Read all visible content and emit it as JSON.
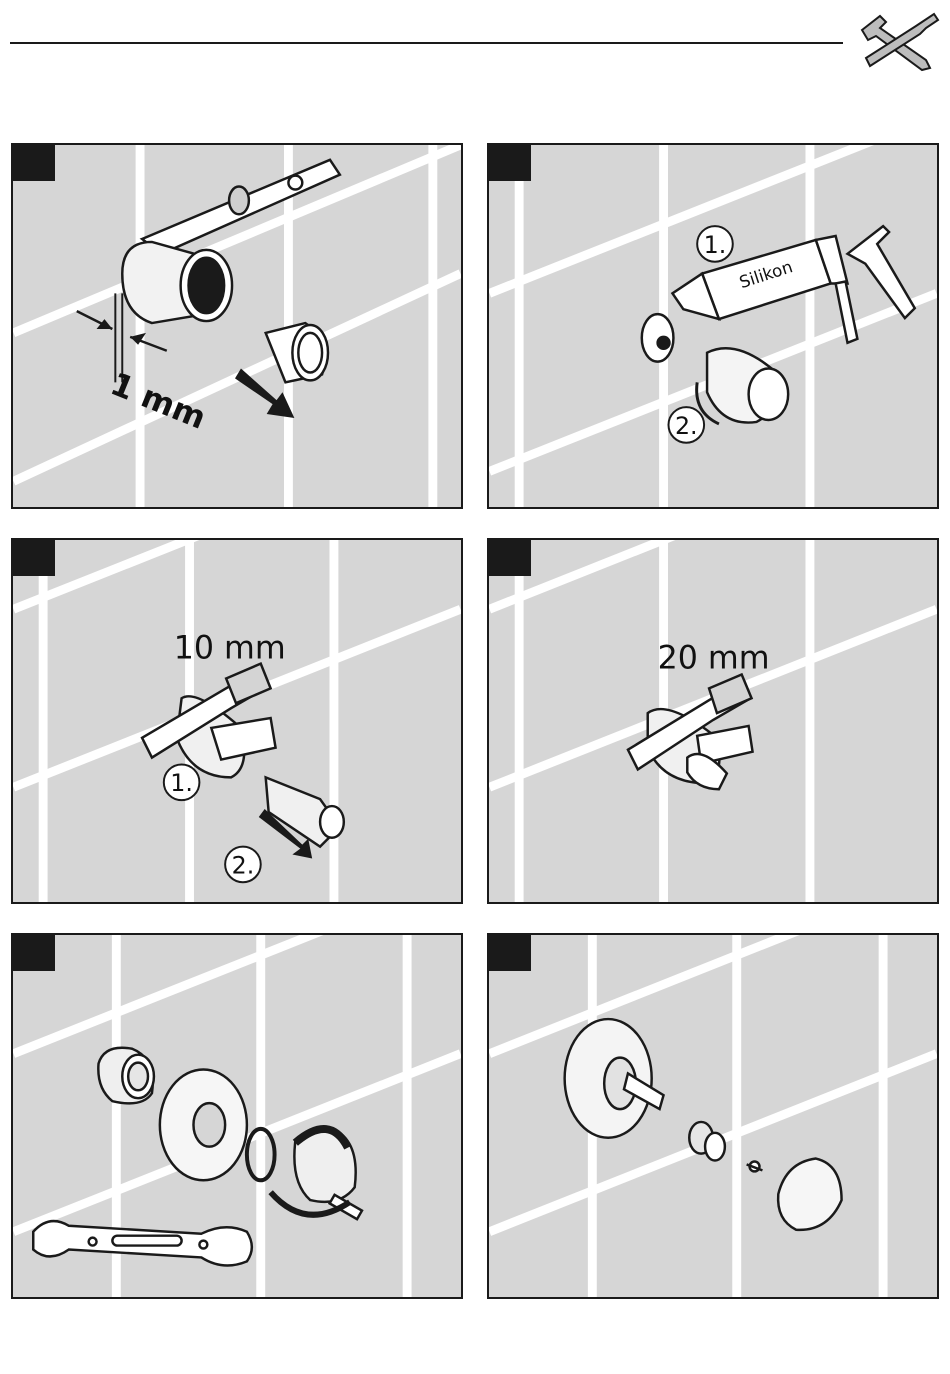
{
  "header": {
    "tools_icon": "wrench-screwdriver-icon"
  },
  "panels": [
    {
      "id": 1,
      "labels": {
        "gap": "1 mm"
      }
    },
    {
      "id": 2,
      "labels": {
        "step1": "1.",
        "product": "Silikon",
        "step2": "2."
      }
    },
    {
      "id": 3,
      "labels": {
        "length": "10 mm",
        "step1": "1.",
        "step2": "2."
      }
    },
    {
      "id": 4,
      "labels": {
        "length": "20 mm"
      }
    },
    {
      "id": 5,
      "labels": {}
    },
    {
      "id": 6,
      "labels": {}
    }
  ]
}
